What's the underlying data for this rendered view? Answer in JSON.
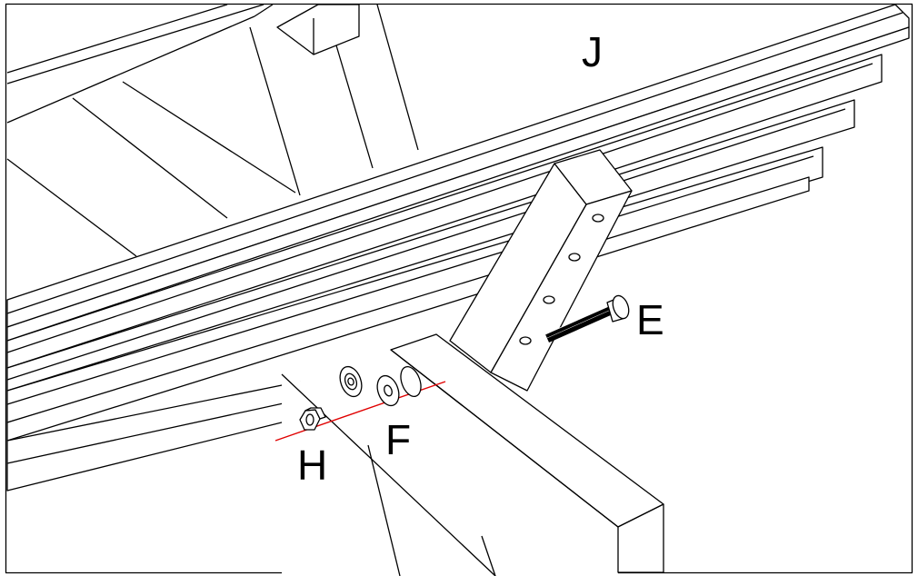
{
  "labels": {
    "beam": "J",
    "bolt": "E",
    "washer": "F",
    "nut": "H"
  },
  "colors": {
    "line": "#000000",
    "axis": "#e00000",
    "background": "#ffffff"
  }
}
